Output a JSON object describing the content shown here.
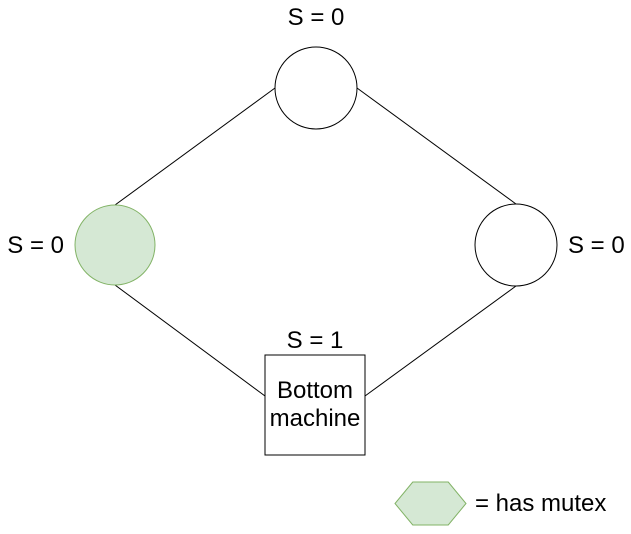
{
  "diagram": {
    "nodes": {
      "top": {
        "semaphore": "S = 0",
        "has_mutex": false
      },
      "left": {
        "semaphore": "S = 0",
        "has_mutex": true
      },
      "right": {
        "semaphore": "S = 0",
        "has_mutex": false
      },
      "bottom": {
        "semaphore": "S = 1",
        "label": "Bottom machine",
        "has_mutex": false
      }
    },
    "edges": [
      {
        "from": "top",
        "to": "left"
      },
      {
        "from": "top",
        "to": "right"
      },
      {
        "from": "left",
        "to": "bottom"
      },
      {
        "from": "right",
        "to": "bottom"
      }
    ],
    "legend": {
      "swatch": "hexagon",
      "label": "= has mutex"
    },
    "colors": {
      "mutex_fill": "#d5e8d4",
      "mutex_stroke": "#82b366",
      "node_fill": "#ffffff",
      "node_stroke": "#000000",
      "edge_stroke": "#000000",
      "text": "#000000",
      "background": "#ffffff"
    }
  }
}
